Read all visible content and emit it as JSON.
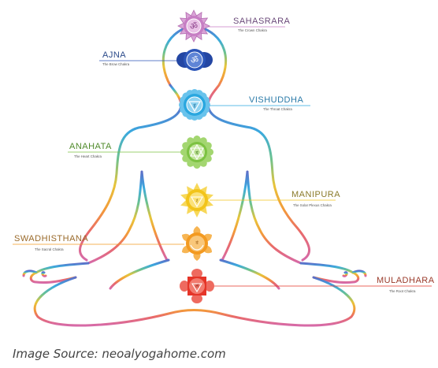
{
  "chakras": [
    {
      "key": "sahasrara",
      "name": "SAHASRARA",
      "subtitle": "The Crown Chakra",
      "color": "#c77ec4",
      "glyph": "ॐ"
    },
    {
      "key": "ajna",
      "name": "AJNA",
      "subtitle": "The Brow Chakra",
      "color": "#2b55b8",
      "glyph": "ॐ"
    },
    {
      "key": "vishuddha",
      "name": "VISHUDDHA",
      "subtitle": "The Throat Chakra",
      "color": "#2aa7df",
      "glyph": "हं"
    },
    {
      "key": "anahata",
      "name": "ANAHATA",
      "subtitle": "The Heart Chakra",
      "color": "#7cc242",
      "glyph": "यं"
    },
    {
      "key": "manipura",
      "name": "MANIPURA",
      "subtitle": "The Solar Plexus Chakra",
      "color": "#f2c41b",
      "glyph": "रं"
    },
    {
      "key": "swadhisthana",
      "name": "SWADHISTHANA",
      "subtitle": "The Sacral Chakra",
      "color": "#f39a21",
      "glyph": "वं"
    },
    {
      "key": "muladhara",
      "name": "MULADHARA",
      "subtitle": "The Root Chakra",
      "color": "#e53528",
      "glyph": "लं"
    }
  ],
  "caption": "Image Source: neoalyogahome.com"
}
